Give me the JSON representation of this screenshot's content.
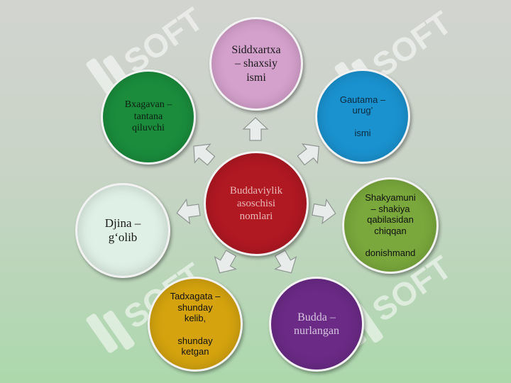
{
  "center": {
    "label": "Buddaviylik\nasoschisi\nnomlari",
    "color": "#b01822"
  },
  "nodes": [
    {
      "id": "siddxartxa",
      "label": "Siddxartxa\n–  shaxsiy\nismi",
      "color": "#d4a0cc"
    },
    {
      "id": "gautama",
      "label": "Gautama   –\nurug’\n\nismi",
      "color": "#1a92cf"
    },
    {
      "id": "shakyamuni",
      "label": "Shakyamuni\n–  shakiya\nqabilasidan\nchiqqan\n\ndonishmand",
      "color": "#7aa83c"
    },
    {
      "id": "budda",
      "label": "Budda  –\nnurlangan",
      "color": "#6a2a86"
    },
    {
      "id": "tadxagata",
      "label": "Tadxagata   –\nshunday\nkelib,\n\nshunday\nketgan",
      "color": "#d4a30e"
    },
    {
      "id": "djina",
      "label": "Djina –\ng‘olib",
      "color": "#dff0e6"
    },
    {
      "id": "bxagavan",
      "label": "Bxagavan  –\ntantana\nqiluvchi",
      "color": "#1a8c3c"
    }
  ],
  "watermark": {
    "text": "SOFT"
  }
}
